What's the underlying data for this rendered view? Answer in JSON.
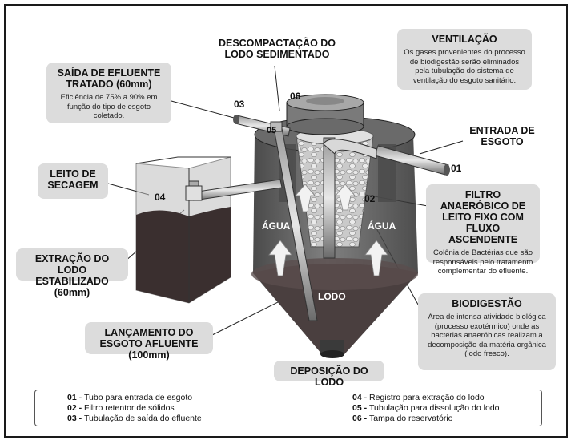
{
  "callouts": {
    "saida_efluente": {
      "title": "SAÍDA DE EFLUENTE TRATADO (60mm)",
      "desc": "Eficiência de 75% a 90% em função do tipo de esgoto coletado."
    },
    "descompactacao": {
      "title": "DESCOMPACTAÇÃO DO LODO SEDIMENTADO"
    },
    "ventilacao": {
      "title": "VENTILAÇÃO",
      "desc": "Os gases provenientes do processo de biodigestão serão eliminados pela tubulação do sistema de ventilação do esgoto sanitário."
    },
    "entrada": {
      "title": "ENTRADA DE ESGOTO"
    },
    "leito_secagem": {
      "title": "LEITO DE SECAGEM"
    },
    "filtro": {
      "title": "FILTRO ANAERÓBICO DE LEITO FIXO COM FLUXO ASCENDENTE",
      "desc": "Colônia de Bactérias que são responsáveis pelo tratamento complementar do efluente."
    },
    "extracao": {
      "title": "EXTRAÇÃO DO LODO ESTABILIZADO (60mm)"
    },
    "biodigestao": {
      "title": "BIODIGESTÃO",
      "desc": "Área de intensa atividade biológica (processo exotérmico) onde as bactérias anaeróbicas realizam a decomposição da matéria orgânica (lodo fresco)."
    },
    "lancamento": {
      "title": "LANÇAMENTO DO ESGOTO AFLUENTE (100mm)"
    },
    "deposicao": {
      "title": "DEPOSIÇÃO DO LODO"
    }
  },
  "diagram_labels": {
    "agua_left": "ÁGUA",
    "agua_right": "ÁGUA",
    "lodo": "LODO",
    "n01": "01",
    "n02": "02",
    "n03": "03",
    "n04": "04",
    "n05": "05",
    "n06": "06"
  },
  "legend": {
    "left": [
      {
        "num": "01",
        "text": "Tubo para entrada de esgoto"
      },
      {
        "num": "02",
        "text": "Filtro retentor de sólidos"
      },
      {
        "num": "03",
        "text": "Tubulação de saída do efluente"
      }
    ],
    "right": [
      {
        "num": "04",
        "text": "Registro para extração do lodo"
      },
      {
        "num": "05",
        "text": "Tubulação para dissolução do lodo"
      },
      {
        "num": "06",
        "text": "Tampa do reservatório"
      }
    ]
  },
  "colors": {
    "callout_bg": "#dcdcdc",
    "tank_dark": "#3a3a3a",
    "sludge": "#4a3f3f"
  }
}
